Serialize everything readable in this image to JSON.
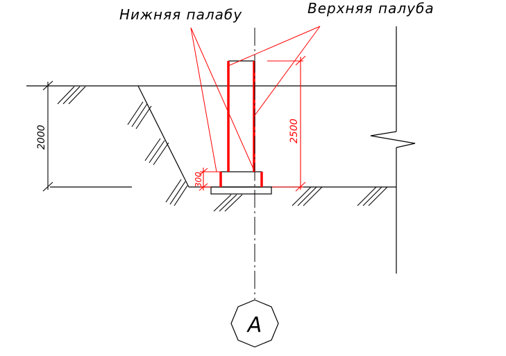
{
  "labels": {
    "lower_formwork": "Нижняя палабу",
    "upper_formwork": "Верхняя палуба"
  },
  "dimensions": {
    "excavation_depth": "2000",
    "wall_height": "2500",
    "footing_height": "300"
  },
  "axis_marker": {
    "letter": "A"
  },
  "colors": {
    "lines": "#000000",
    "formwork": "#ff0000",
    "background": "#ffffff"
  }
}
